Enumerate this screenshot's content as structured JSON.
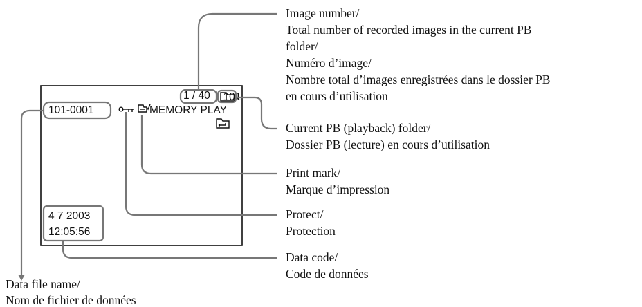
{
  "screen": {
    "image_counter": "1 / 40",
    "folder_icon_label": "101",
    "file_name": "101-0001",
    "mode_label": "MEMORY PLAY",
    "date": "4  7  2003",
    "time": "12:05:56"
  },
  "icons": {
    "protect": "key-icon",
    "print_mark": "print-mark-icon",
    "folder": "folder-icon",
    "return": "return-icon"
  },
  "callouts": {
    "image_number": [
      "Image number/",
      "Total number of recorded images in the current PB",
      "folder/",
      "Numéro d’image/",
      "Nombre total d’images enregistrées dans le dossier PB",
      "en cours d’utilisation"
    ],
    "current_folder": [
      "Current PB (playback) folder/",
      "Dossier PB (lecture) en cours d’utilisation"
    ],
    "print_mark": [
      "Print mark/",
      "Marque d’impression"
    ],
    "protect": [
      "Protect/",
      "Protection"
    ],
    "data_code": [
      "Data code/",
      "Code de données"
    ],
    "file_name": [
      "Data file name/",
      "Nom de fichier de données"
    ]
  }
}
